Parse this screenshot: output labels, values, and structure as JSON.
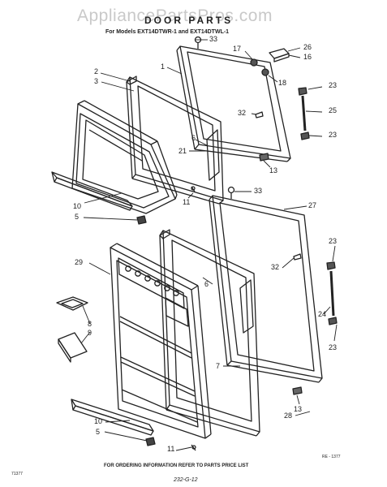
{
  "watermark": "AppliancePartsPros.com",
  "title": "DOOR PARTS",
  "subtitle": "For Models EXT14DTWR-1 and EXT14DTWL-1",
  "footer": "FOR ORDERING INFORMATION REFER TO PARTS PRICE LIST",
  "handwritten_note": "232-G-12",
  "figure_code": "RE - 1377",
  "date_code": "71377",
  "callouts": [
    "33",
    "1",
    "17",
    "26",
    "16",
    "2",
    "3",
    "18",
    "23",
    "32",
    "25",
    "6",
    "21",
    "23",
    "13",
    "10",
    "11",
    "33",
    "5",
    "27",
    "23",
    "29",
    "32",
    "6",
    "8",
    "9",
    "24",
    "23",
    "7",
    "13",
    "28",
    "10",
    "5",
    "11"
  ]
}
